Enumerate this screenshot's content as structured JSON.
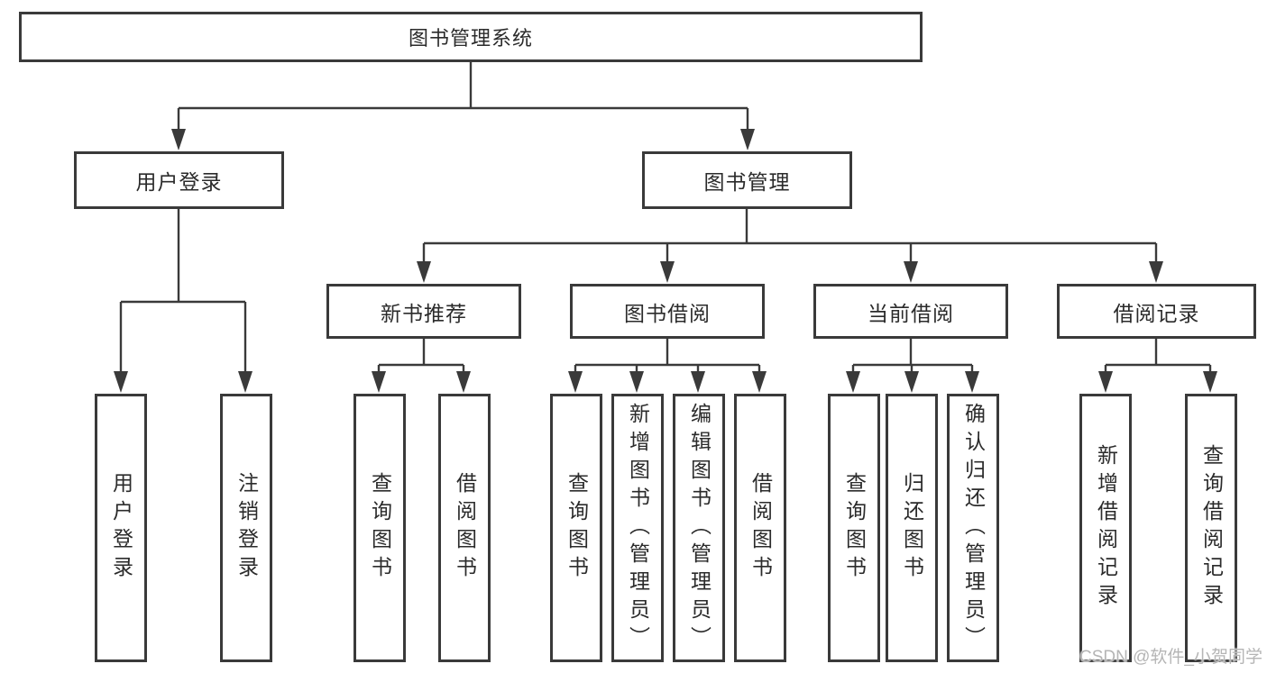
{
  "diagram_type": "hierarchy-tree",
  "tree": {
    "root": {
      "label": "图书管理系统",
      "children": [
        {
          "label": "用户登录",
          "children": [
            {
              "label": "用户登录"
            },
            {
              "label": "注销登录"
            }
          ]
        },
        {
          "label": "图书管理",
          "children": [
            {
              "label": "新书推荐",
              "children": [
                {
                  "label": "查询图书"
                },
                {
                  "label": "借阅图书"
                }
              ]
            },
            {
              "label": "图书借阅",
              "children": [
                {
                  "label": "查询图书"
                },
                {
                  "label": "新增图书（管理员）"
                },
                {
                  "label": "编辑图书（管理员）"
                },
                {
                  "label": "借阅图书"
                }
              ]
            },
            {
              "label": "当前借阅",
              "children": [
                {
                  "label": "查询图书"
                },
                {
                  "label": "归还图书"
                },
                {
                  "label": "确认归还（管理员）"
                }
              ]
            },
            {
              "label": "借阅记录",
              "children": [
                {
                  "label": "新增借阅记录"
                },
                {
                  "label": "查询借阅记录"
                }
              ]
            }
          ]
        }
      ]
    }
  },
  "watermark": {
    "text": "CSDN @软件_小贺同学"
  },
  "colors": {
    "line": "#3a3a3a",
    "text": "#2b2b2b",
    "background": "#ffffff",
    "watermark": "#b5b5b5"
  }
}
